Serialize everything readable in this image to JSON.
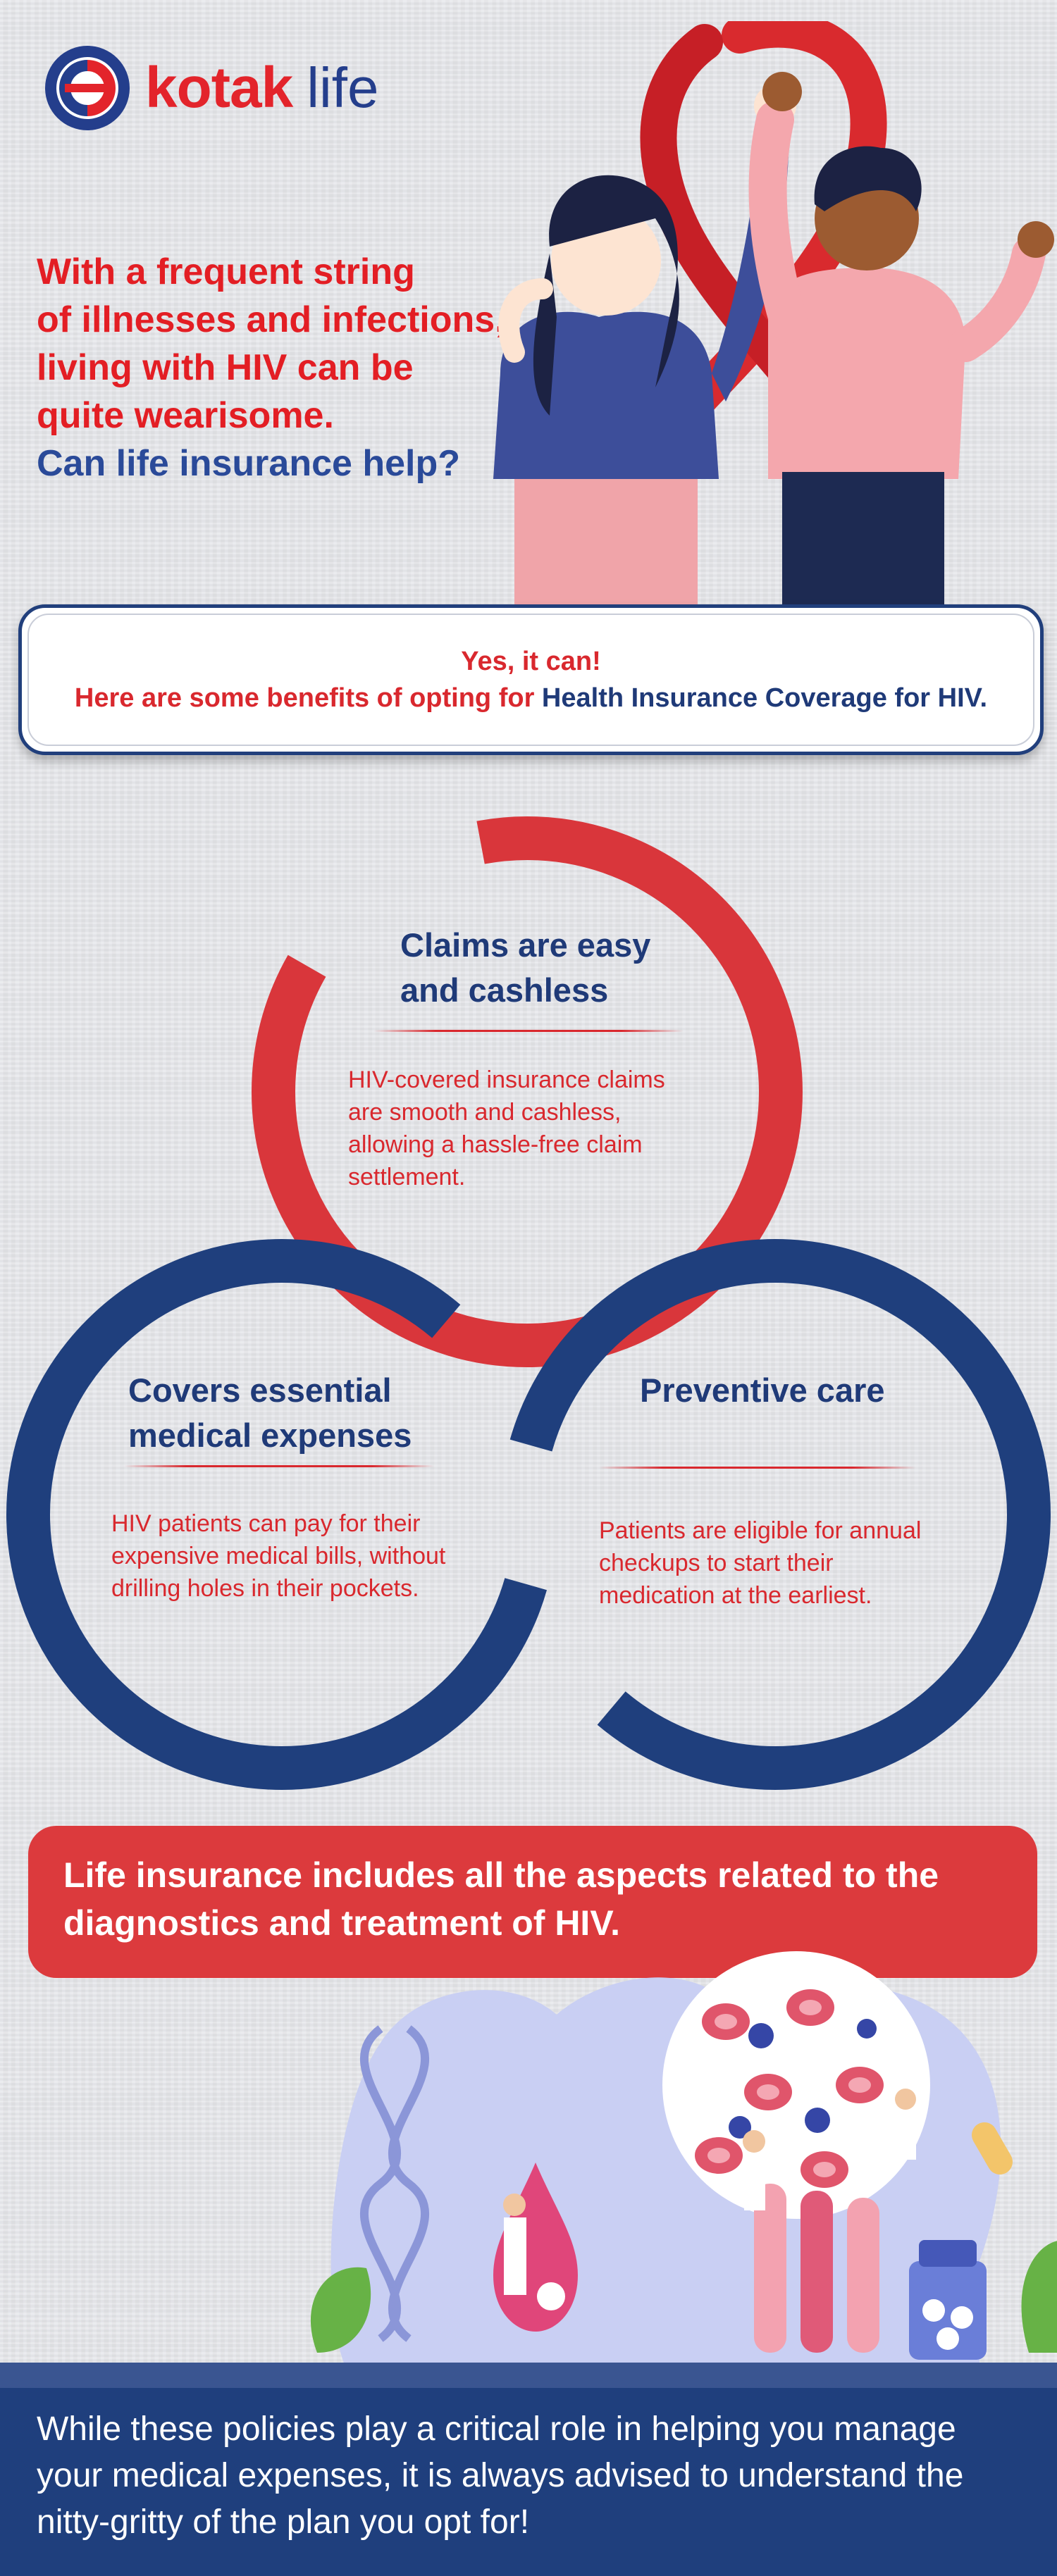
{
  "brand": {
    "word1": "kotak",
    "word2": "life",
    "red": "#e3242b",
    "blue": "#243e8c"
  },
  "intro": {
    "line1": "With a frequent string",
    "line2": "of illnesses and infections,",
    "line3": "living with HIV can be",
    "line4": "quite wearisome.",
    "question": "Can life insurance help?"
  },
  "banner": {
    "title": "Yes, it can!",
    "lead": "Here are some benefits of opting for ",
    "highlight": "Health Insurance Coverage for HIV."
  },
  "benefits": {
    "claims": {
      "title_line1": "Claims are easy",
      "title_line2": "and cashless",
      "body_line1": "HIV-covered insurance claims",
      "body_line2": "are smooth and cashless,",
      "body_line3": " allowing a hassle-free claim",
      "body_line4": "settlement."
    },
    "covers": {
      "title_line1": "Covers essential",
      "title_line2": "medical expenses",
      "body_line1": "HIV patients can pay for their",
      "body_line2": "expensive medical bills, without",
      "body_line3": "drilling holes in their pockets."
    },
    "preventive": {
      "title": "Preventive care",
      "body_line1": "Patients are eligible for annual",
      "body_line2": "checkups to start their",
      "body_line3": "medication at the earliest."
    }
  },
  "aspects": {
    "line1": "Life insurance includes all the aspects related to the",
    "line2": "diagnostics and treatment of HIV."
  },
  "footer": {
    "line1": "While these policies play a critical role in helping you manage",
    "line2": "your medical expenses, it is always advised to understand the",
    "line3": "nitty-gritty of the plan you opt for!"
  },
  "colors": {
    "accent_red": "#d9282e",
    "accent_navy": "#1f3a78",
    "footer_bg": "#1f3f7d"
  },
  "icons": [
    "kotak-logo-icon",
    "hiv-ribbon-icon",
    "dna-icon",
    "virus-icon",
    "blood-drop-icon",
    "test-tube-icon",
    "pill-bottle-icon",
    "capsule-icon",
    "leaf-icon"
  ]
}
